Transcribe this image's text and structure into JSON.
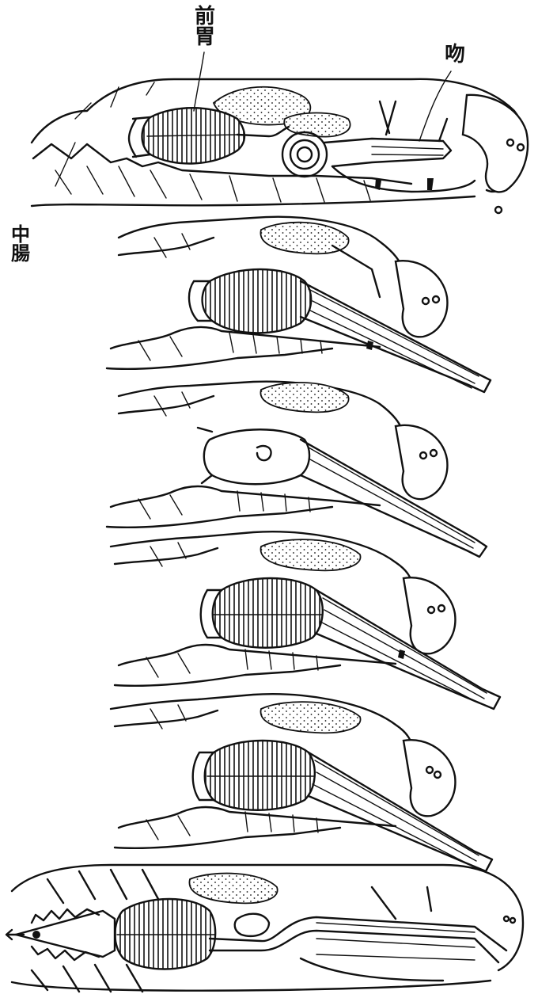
{
  "labels": {
    "gizzard": "前胃",
    "proboscis": "吻",
    "midgut": "中腸"
  },
  "panels": [
    {
      "id": 1,
      "stage": "retracted"
    },
    {
      "id": 2,
      "stage": "everting"
    },
    {
      "id": 3,
      "stage": "gizzard-collapsed"
    },
    {
      "id": 4,
      "stage": "extended"
    },
    {
      "id": 5,
      "stage": "extended"
    },
    {
      "id": 6,
      "stage": "retracted"
    }
  ]
}
